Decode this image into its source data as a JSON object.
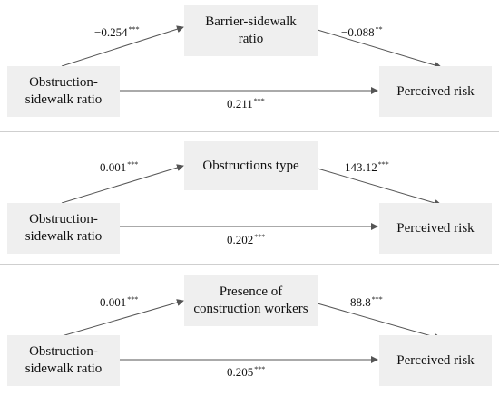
{
  "panels": [
    {
      "x_label": "Obstruction-\nsidewalk ratio",
      "m_label": "Barrier-sidewalk\nratio",
      "y_label": "Perceived risk",
      "a_path": {
        "value": "−0.254",
        "sig": "***"
      },
      "b_path": {
        "value": "−0.088",
        "sig": "**"
      },
      "c_path": {
        "value": "0.211",
        "sig": "***"
      }
    },
    {
      "x_label": "Obstruction-\nsidewalk ratio",
      "m_label": "Obstructions type",
      "y_label": "Perceived risk",
      "a_path": {
        "value": "0.001",
        "sig": "***"
      },
      "b_path": {
        "value": "143.12",
        "sig": "***"
      },
      "c_path": {
        "value": "0.202",
        "sig": "***"
      }
    },
    {
      "x_label": "Obstruction-\nsidewalk ratio",
      "m_label": "Presence of\nconstruction workers",
      "y_label": "Perceived risk",
      "a_path": {
        "value": "0.001",
        "sig": "***"
      },
      "b_path": {
        "value": "88.8",
        "sig": "***"
      },
      "c_path": {
        "value": "0.205",
        "sig": "***"
      }
    }
  ],
  "colors": {
    "box_fill": "#efefef",
    "arrow": "#555555"
  }
}
